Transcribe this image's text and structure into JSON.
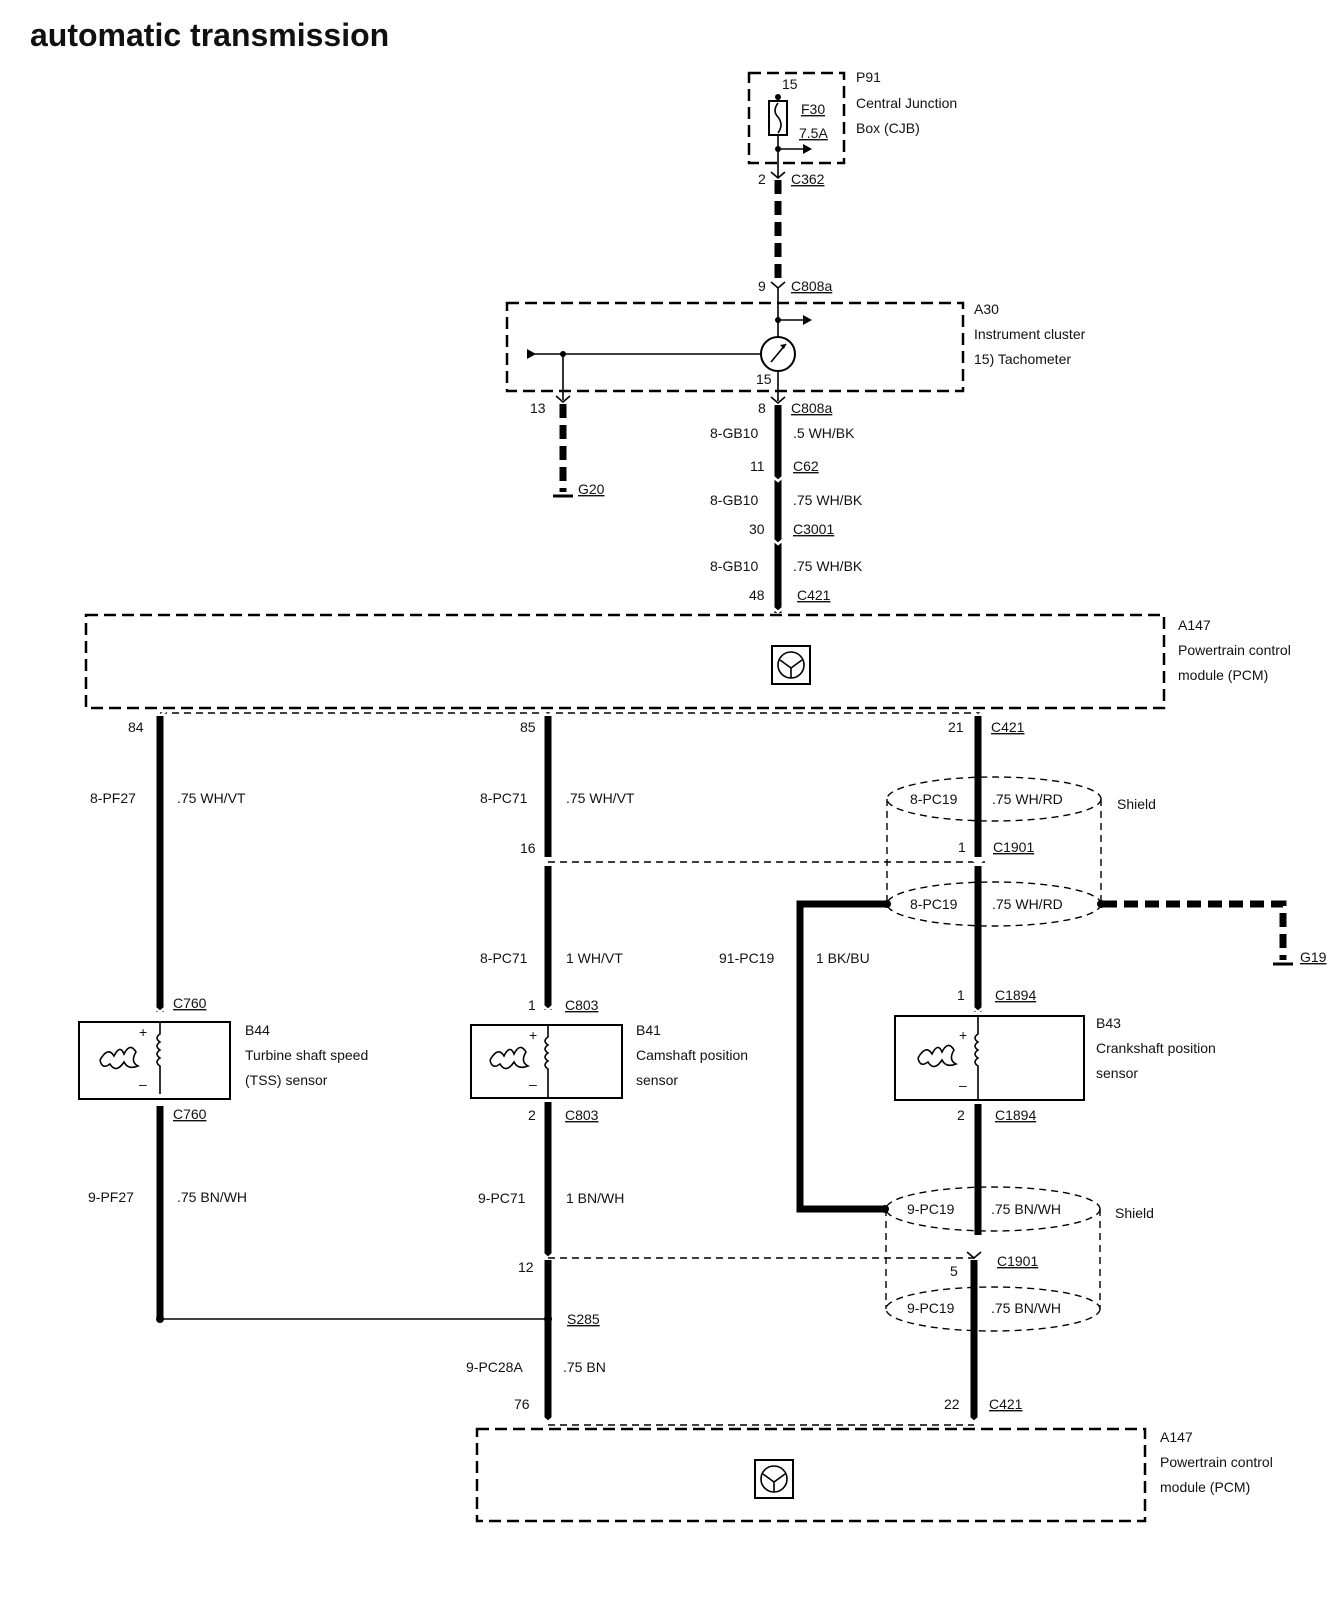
{
  "title": "automatic transmission",
  "components": {
    "p91": {
      "id": "P91",
      "line1": "Central Junction",
      "line2": "Box (CJB)",
      "pin": "15",
      "fuse": "F30",
      "rating": "7.5A"
    },
    "a30": {
      "id": "A30",
      "line1": "Instrument cluster",
      "line2": "15)  Tachometer",
      "pin": "15"
    },
    "a147_top": {
      "id": "A147",
      "line1": "Powertrain control",
      "line2": "module (PCM)"
    },
    "a147_bottom": {
      "id": "A147",
      "line1": "Powertrain control",
      "line2": "module (PCM)"
    },
    "b44": {
      "id": "B44",
      "line1": "Turbine shaft speed",
      "line2": "(TSS) sensor"
    },
    "b41": {
      "id": "B41",
      "line1": "Camshaft position",
      "line2": "sensor"
    },
    "b43": {
      "id": "B43",
      "line1": "Crankshaft position",
      "line2": "sensor"
    },
    "g20": "G20",
    "g19": "G19",
    "shield_top": "Shield",
    "shield_bottom": "Shield"
  },
  "connectors": {
    "c362": {
      "name": "C362",
      "pin": "2"
    },
    "c808a_top": {
      "name": "C808a",
      "pin": "9"
    },
    "c808a_bottom": {
      "name": "C808a",
      "pin": "8"
    },
    "g20_pin": "13",
    "c62": {
      "name": "C62",
      "pin": "11"
    },
    "c3001": {
      "name": "C3001",
      "pin": "30"
    },
    "c421_top": {
      "name": "C421",
      "pin": "48"
    },
    "pcm_pin84": "84",
    "pcm_pin85": "85",
    "c421_21": {
      "name": "C421",
      "pin": "21"
    },
    "pin16": "16",
    "c1901_top": {
      "name": "C1901",
      "pin": "1"
    },
    "c760_top": "C760",
    "c760_bottom": "C760",
    "c803_top": {
      "name": "C803",
      "pin": "1"
    },
    "c803_bottom": {
      "name": "C803",
      "pin": "2"
    },
    "c1894_top": {
      "name": "C1894",
      "pin": "1"
    },
    "c1894_bottom": {
      "name": "C1894",
      "pin": "2"
    },
    "pin12": "12",
    "c1901_bottom": {
      "name": "C1901",
      "pin": "5"
    },
    "s285": "S285",
    "pin76": "76",
    "c421_22": {
      "name": "C421",
      "pin": "22"
    }
  },
  "wires": {
    "w1": {
      "circuit": "8-GB10",
      "spec": ".5 WH/BK"
    },
    "w2": {
      "circuit": "8-GB10",
      "spec": ".75 WH/BK"
    },
    "w3": {
      "circuit": "8-GB10",
      "spec": ".75 WH/BK"
    },
    "pf27_top": {
      "circuit": "8-PF27",
      "spec": ".75 WH/VT"
    },
    "pc71_top": {
      "circuit": "8-PC71",
      "spec": ".75 WH/VT"
    },
    "pc19_shield_a": {
      "circuit": "8-PC19",
      "spec": ".75 WH/RD"
    },
    "pc19_shield_b": {
      "circuit": "8-PC19",
      "spec": ".75 WH/RD"
    },
    "pc71_mid": {
      "circuit": "8-PC71",
      "spec": "1 WH/VT"
    },
    "pc19_drain": {
      "circuit": "91-PC19",
      "spec": "1 BK/BU"
    },
    "pf27_bottom": {
      "circuit": "9-PF27",
      "spec": ".75 BN/WH"
    },
    "pc71_bottom": {
      "circuit": "9-PC71",
      "spec": "1 BN/WH"
    },
    "pc19_shield_c": {
      "circuit": "9-PC19",
      "spec": ".75 BN/WH"
    },
    "pc19_shield_d": {
      "circuit": "9-PC19",
      "spec": ".75 BN/WH"
    },
    "pc28a": {
      "circuit": "9-PC28A",
      "spec": ".75 BN"
    }
  },
  "polarity": {
    "plus": "+",
    "minus": "–"
  }
}
